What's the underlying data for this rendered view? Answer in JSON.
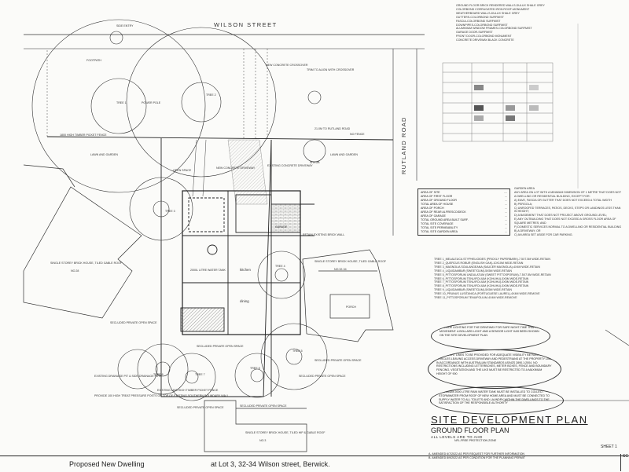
{
  "street_label": "WILSON STREET",
  "road_label": "RUTLAND ROAD",
  "to_rutland_road": "21.0M TO RUTLAND ROAD",
  "no_fence": "NO FENCE",
  "fence_note": "1800 HIGH TIMBER PICKET FENCE",
  "fence_note_south": "EXISTING 1800 HIGH TIMBER PICKET FENCE",
  "labels": {
    "new_crossover": "NEW CONCRETE CROSSOVER",
    "trim_tree": "TRIM TO ALIGN WITH CROSSOVER",
    "new_concrete_driveway": "NEW CONCRETE DRIVEWAY",
    "lawn_garden_w": "LAWN AND GARDEN",
    "lawn_garden_e": "LAWN AND GARDEN",
    "open_space": "OPEN SPACE",
    "existing_concrete_driveway": "EXISTING CONCRETE DRIVEWAY",
    "kitchen": "kitchen",
    "dining": "dining",
    "garage": "GARAGE",
    "retain_existing": "RETAIN EXISTING BRICK WALL",
    "secluded_w": "SECLUDED PRIVATE OPEN SPACE",
    "secluded_mid": "SECLUDED PRIVATE OPEN SPACE",
    "secluded_se": "SECLUDED PRIVATE OPEN SPACE",
    "secluded_s1": "SECLUDED PRIVATE OPEN SPACE",
    "secluded_s2": "SECLUDED PRIVATE OPEN SPACE",
    "secluded_e": "SECLUDED PRIVATE OPEN SPACE",
    "house_w": "SINGLE STOREY BRICK HOUSE, TILED GABLE ROOF",
    "house_w_no": "NO.28",
    "house_e": "SINGLE STOREY BRICK HOUSE, TILED GABLE ROOF",
    "house_e_no": "NO.32-34",
    "house_s": "SINGLE STOREY BRICK HOUSE, TILED HIP & GABLE ROOF",
    "house_s_no": "NO.3",
    "porch": "PORCH",
    "water_tank": "2000L LITRE WATER TANK",
    "power_pole": "POWER POLE",
    "shrub": "SHRUB",
    "tree1": "TREE 1",
    "tree2": "TREE 2",
    "tree3": "TREE 3",
    "tree4": "TREE 4",
    "tree5": "TREE 5",
    "tree6": "TREE 6",
    "tree7": "TREE 7",
    "tree8": "TREE 8",
    "footpath": "FOOTPATH",
    "side_entry": "SIDE ENTRY",
    "drainage_pit": "EXISTING DRAINAGE PIT & SIDE DRAINAGE PIPE",
    "south_fence_note": "PROVIDE 100 HIGH TREAT PRESSURE POSTS ON TOP OF EXISTING SOUTHERN BOUNDARY WALL"
  },
  "materials_lines": [
    "GROUND FLOOR BRICK RENDERED WALLS-DULUX SHALE GREY",
    "COLORBOND CORRUGATED IRON ROOF-MONUMENT",
    "WEATHERBOARD WALLS-DULUX SHALE GREY",
    "GUTTERS-COLORBOND SURFMIST",
    "FASCIA-COLORBOND SURFMIST",
    "DOWNPIPES-COLORBOND SURFMIST",
    "ALUMINIUM WINDOW FRAMES-COLORBOND SURFMIST",
    "GARAGE DOOR-SURFMIST",
    "FRONT DOOR-COLORBOND MONUMENT",
    "CONCRETE DRIVEWAY-BLACK CONCRETE"
  ],
  "area_table": [
    {
      "label": "AREA OF SITE",
      "value": "...."
    },
    {
      "label": "AREA OF FIRST FLOOR",
      "value": "..."
    },
    {
      "label": "AREA OF GROUND FLOOR",
      "value": "..."
    },
    {
      "label": "TOTAL AREA OF HOUSE",
      "value": "..."
    },
    {
      "label": "AREA OF PORCH",
      "value": "..."
    },
    {
      "label": "AREA OF REAR ALFRESCO/DECK",
      "value": "..."
    },
    {
      "label": "AREA OF GARAGE",
      "value": "..."
    },
    {
      "label": "TOTAL GROUND AREA BUILT SURF.",
      "value": "..."
    },
    {
      "label": "TOTAL SITE COVERAGE",
      "value": "..."
    },
    {
      "label": "TOTAL SITE PERMEABILITY",
      "value": "..."
    },
    {
      "label": "TOTAL SITE GARDEN AREA",
      "value": "..."
    }
  ],
  "garden_notes": [
    "GARDEN AREA",
    "ANY AREA ON LOT WITH A MINIMUM DIMENSION OF 1 METRE THAT DOES NOT",
    "A DWELLING OR RESIDENTIAL BUILDING, EXCEPT FOR:",
    "A) EAVE, FASCIA OR GUTTER THAT DOES NOT EXCEED A TOTAL WIDTH",
    "B) PERGOLA;",
    "C) UNROOFED TERRACES, PATIOS, DECKS, STEPS OR LANDINGS LESS THAN",
    "IN HEIGHT;",
    "D) A BASEMENT THAT DOES NOT PROJECT ABOVE GROUND LEVEL;",
    "E) ANY OUTBUILDING THAT DOES NOT EXCEED A GROSS FLOOR AREA OF",
    "SQUARE METRES; AND",
    "F) DOMESTIC SERVICES NORMAL TO A DWELLING OR RESIDENTIAL BUILDING",
    "B) A DRIVEWAY; OR",
    "C) AN AREA SET ASIDE FOR CAR PARKING."
  ],
  "tree_list": [
    "TREE 1_MELALEUCA STYPHELIOIDES (PRICKLY PAPERBARK)-7.5x7.5M WIDE-RETAIN",
    "TREE 2_QUERCUS ROBUR (ENGLISH OAK)-10x10M WIDE-RETAIN",
    "TREE 3_MAGNOLIA SOULANGEANA (SAUCER MAGNOLIA)-4x4M WIDE-RETAIN",
    "TREE 4_LIQUIDAMBAR (SWEETGUM)-5x5M WIDE-RETAIN",
    "TREE 5_PITTOSPORUM UNDULATUM (SWEET PITTOSPORUM)-7.5x7.5M WIDE-RETAIN",
    "TREE 6_PITTOSPORUM TENUIFOLIUM (KOHUHU)-5x5M WIDE-RETAIN",
    "TREE 7_PITTOSPORUM TENUIFOLIUM (KOHUHU)-5x5M WIDE-RETAIN",
    "TREE 8_PITTOSPORUM TENUIFOLIUM (KOHUHU)-5x5M WIDE-RETAIN",
    "TREE 9_LIQUIDAMBAR (SWEETGUM)-5x5M WIDE-RETAIN",
    "TREE 10_PRUNUS LUSITANICA (PORTUGUESE LAUREL)-4x4M WIDE-REMOVE",
    "TREE 11_PITTOSPORUM TENUIFOLIUM-4x4M WIDE-REMOVE"
  ],
  "bubble_notes": [
    "PROVIDE LIGHTING FOR THE DRIVEWAY FOR SAFE NIGHT-TIME TRAFFIC MOVEMENT. A BOLLARD LIGHT AND A SENSOR LIGHT HAS BEEN SHOWN ON THE SITE DEVELOPMENT PLAN",
    "CLEAR SIGHT LINES TO BE PROVIDED FOR ADEQUATE VISIBILITY BETWEEN VEHICLES LEAVING ACCESS DRIVEWAY AND PEDESTRIANS AT THE PROPERTY LINE IN ACCORDANCE WITH AUSTRALIAN STANDARDS AS/NZS 2890.1:2004. NO RESTRICTIONS INCLUDING LETTERBOXES, METER BOXES, FENCE AND BOUNDARY FENCING, VEGETATION AND THE LIKE MUST BE RESTRICTED TO A MAXIMUM HEIGHT OF 900",
    "A MINIMUM 2000 LITRE RAIN WATER TANK MUST BE INSTALLED TO COLLECT STORMWATER FROM ROOF OF NEW HOME AREA AND MUST BE CONNECTED TO SUPPLY WATER TO ALL TOILETS AND LAUNDRY WITHIN THE DWELLINGS TO THE SATISFACTION OF THE RESPONSIBLE AUTHORITY"
  ],
  "title": {
    "main": "SITE  DEVELOPMENT  PLAN",
    "sub": "GROUND FLOOR PLAN",
    "note": "ALL LEVELS ARE TO AHD",
    "note2": "NFL-FREE PROTECTION ZONE"
  },
  "bottom": {
    "project": "Proposed  New Dwelling",
    "address": "at Lot 3, 32-34 Wilson street, Berwick.",
    "amend1": "A. AMENDED 6/7/2022 AS PER REQUEST FOR FURTHER INFORMATION",
    "amend2": "B. AMENDED 8/9/2022 AS PER CONDITION FOR THE PLANNING PERMIT",
    "sheet": "SHEET 1",
    "scale": "SC"
  },
  "colors": {
    "ink": "#222222",
    "paper": "#fbfbf9",
    "faint": "#666666"
  }
}
